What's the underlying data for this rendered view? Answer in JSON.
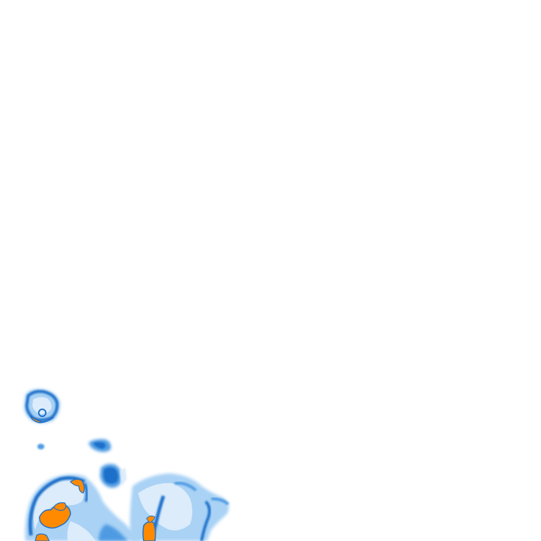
{
  "map": {
    "type": "radar-precipitation-tile",
    "background": "#ffffff",
    "palette": {
      "very_light": "#dcecfb",
      "light": "#a9d2f5",
      "medium": "#4f9be3",
      "dark": "#1f6fc9",
      "heavy": "#ff8a00"
    },
    "echo_regions": [
      {
        "name": "cell-northwest",
        "intensity": "heavy"
      },
      {
        "name": "cell-small-speck",
        "intensity": "light"
      },
      {
        "name": "cell-mid-small",
        "intensity": "medium"
      },
      {
        "name": "cell-mid-center",
        "intensity": "dark"
      },
      {
        "name": "cluster-southwest",
        "intensity": "heavy"
      },
      {
        "name": "cluster-south-center",
        "intensity": "heavy"
      }
    ]
  }
}
